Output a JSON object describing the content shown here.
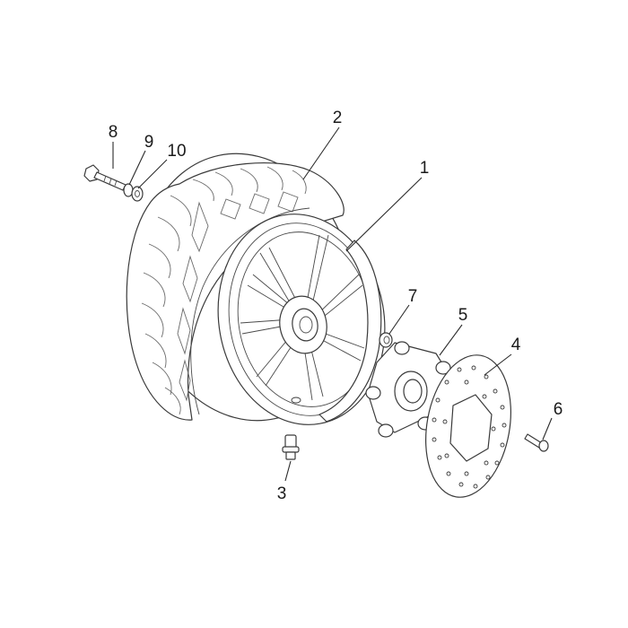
{
  "callouts": {
    "rim": "1",
    "tyre": "2",
    "valve": "3",
    "brake_disc": "4",
    "disc_hub": "5",
    "disc_screw": "6",
    "hub_nut": "7",
    "axle_bolt": "8",
    "spacer": "9",
    "washer": "10"
  }
}
